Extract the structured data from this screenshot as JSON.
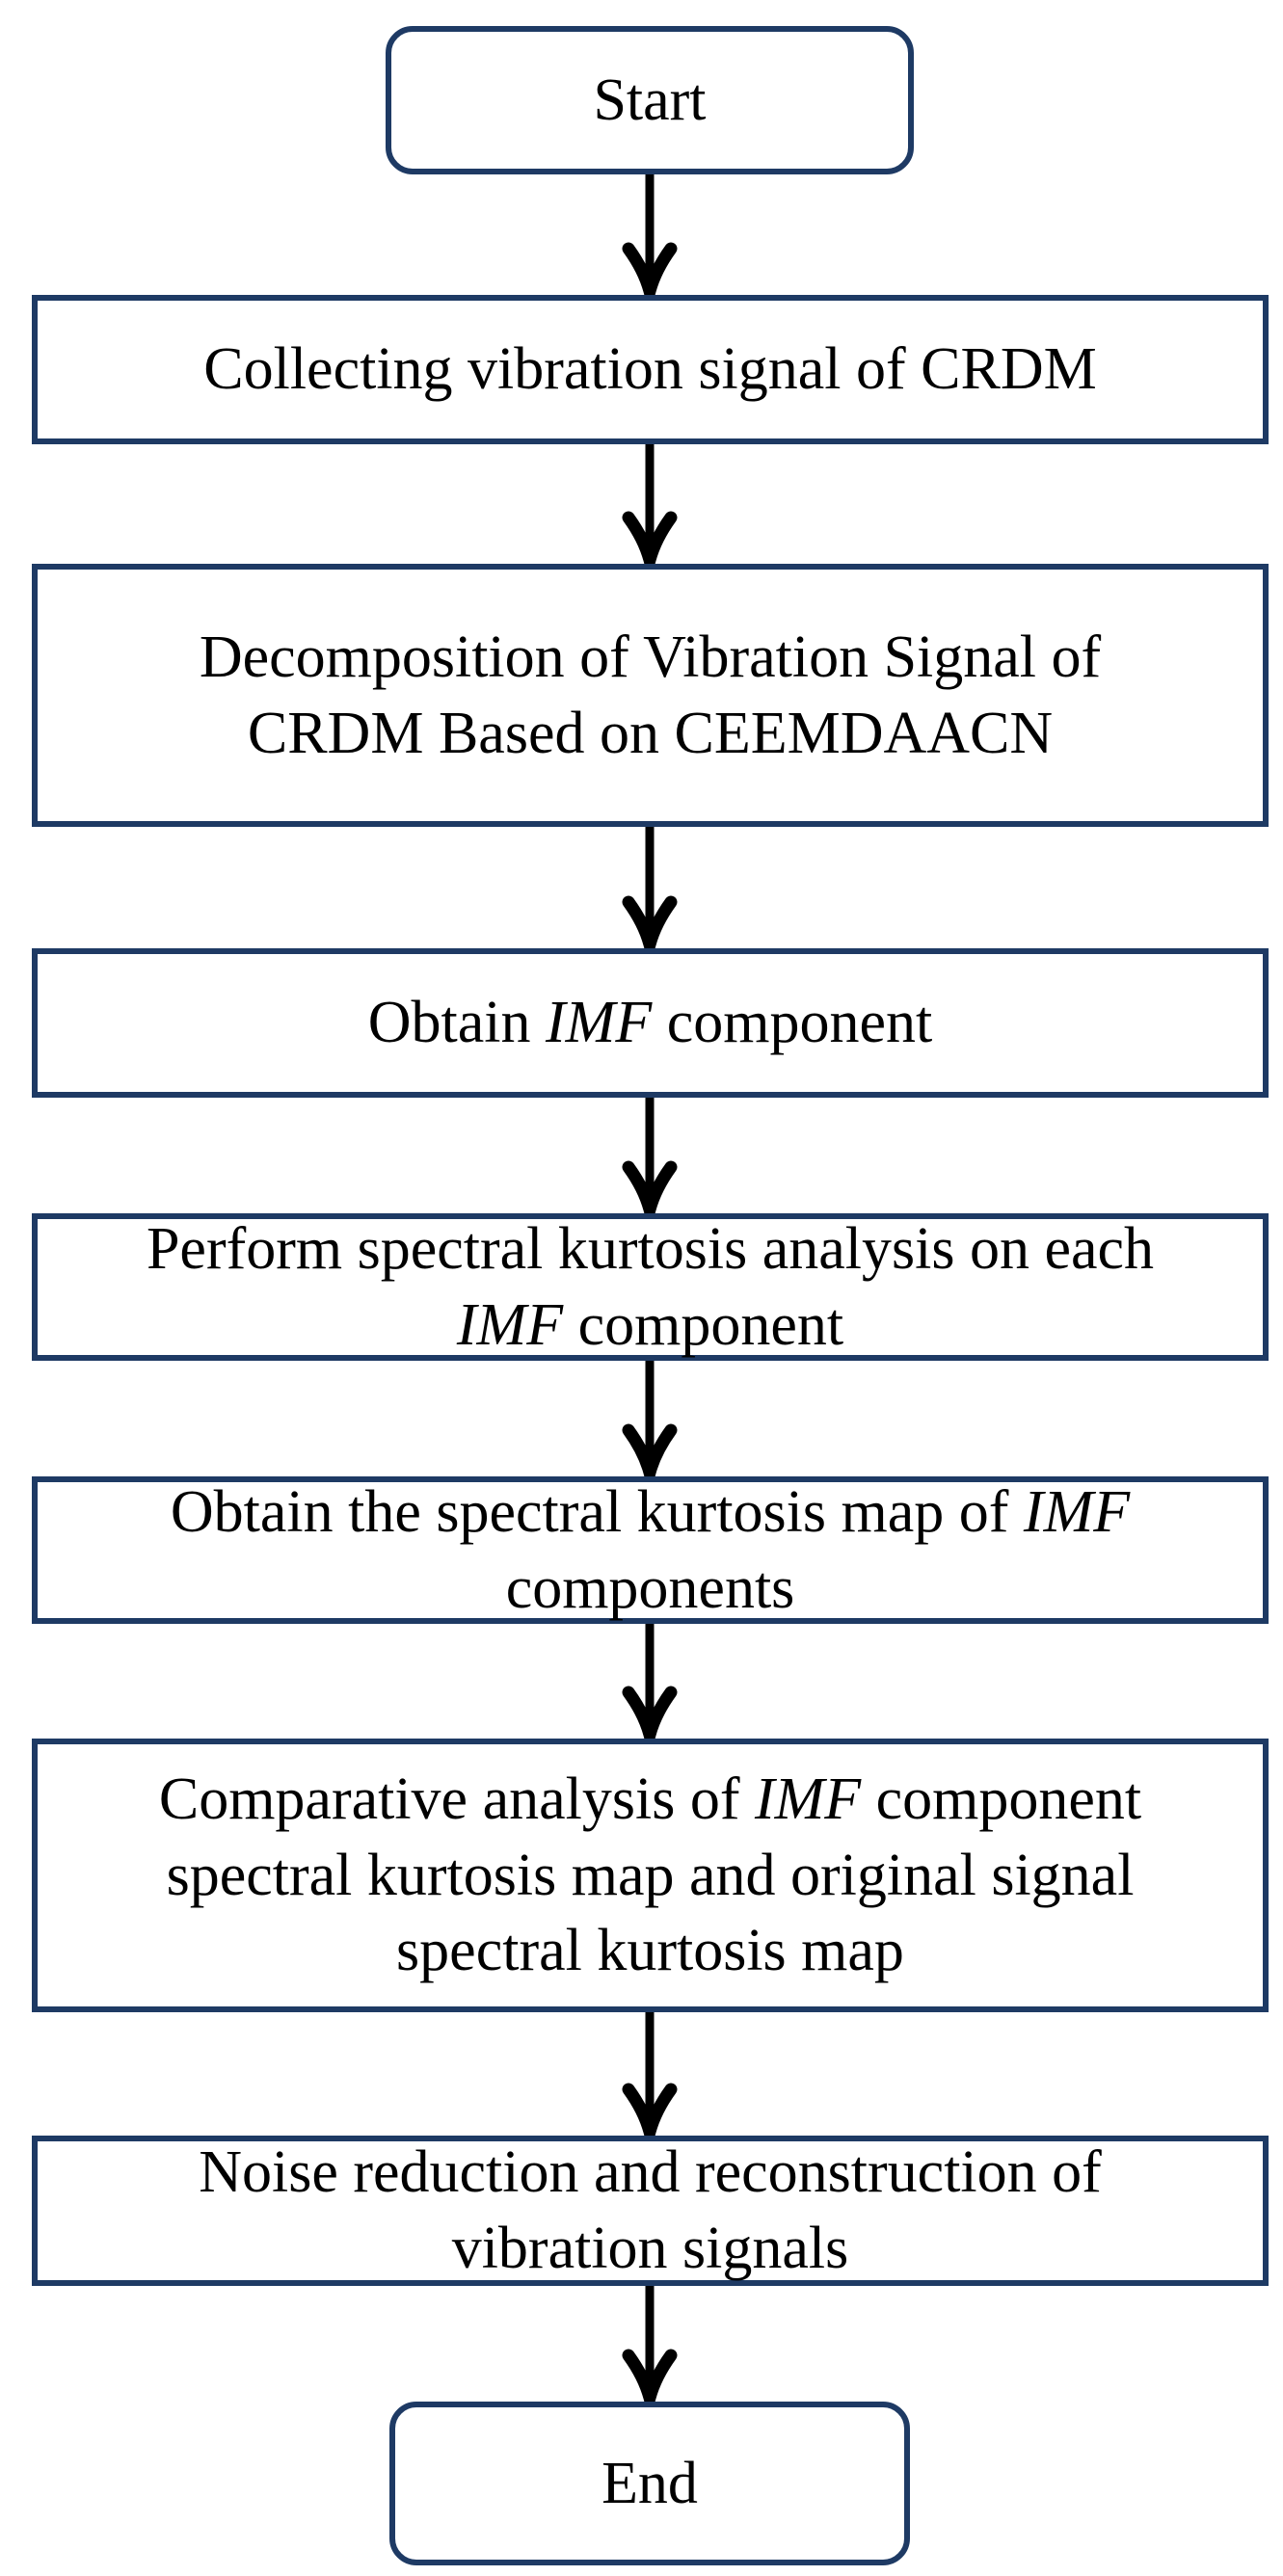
{
  "diagram": {
    "type": "flowchart",
    "colors": {
      "border": "#1e3a64",
      "arrow": "#000000",
      "text": "#000000",
      "background": "#ffffff"
    },
    "nodes": [
      {
        "id": "start",
        "shape": "rounded-terminal",
        "lines": [
          [
            {
              "text": "Start",
              "italic": false
            }
          ]
        ]
      },
      {
        "id": "collect",
        "shape": "rect",
        "lines": [
          [
            {
              "text": "Collecting vibration signal of CRDM",
              "italic": false
            }
          ]
        ]
      },
      {
        "id": "decompose",
        "shape": "rect",
        "lines": [
          [
            {
              "text": "Decomposition of Vibration Signal of",
              "italic": false
            }
          ],
          [
            {
              "text": "CRDM Based on CEEMDAACN",
              "italic": false
            }
          ]
        ]
      },
      {
        "id": "obtain_imf",
        "shape": "rect",
        "lines": [
          [
            {
              "text": "Obtain ",
              "italic": false
            },
            {
              "text": "IMF",
              "italic": true
            },
            {
              "text": " component",
              "italic": false
            }
          ]
        ]
      },
      {
        "id": "sk_analysis",
        "shape": "rect",
        "lines": [
          [
            {
              "text": "Perform spectral kurtosis analysis on each",
              "italic": false
            }
          ],
          [
            {
              "text": "IMF",
              "italic": true
            },
            {
              "text": " component",
              "italic": false
            }
          ]
        ]
      },
      {
        "id": "sk_map",
        "shape": "rect",
        "lines": [
          [
            {
              "text": "Obtain the spectral kurtosis map of ",
              "italic": false
            },
            {
              "text": "IMF",
              "italic": true
            }
          ],
          [
            {
              "text": "components",
              "italic": false
            }
          ]
        ]
      },
      {
        "id": "comparative",
        "shape": "rect",
        "lines": [
          [
            {
              "text": "Comparative analysis of ",
              "italic": false
            },
            {
              "text": "IMF",
              "italic": true
            },
            {
              "text": " component",
              "italic": false
            }
          ],
          [
            {
              "text": "spectral kurtosis map and original signal",
              "italic": false
            }
          ],
          [
            {
              "text": "spectral kurtosis map",
              "italic": false
            }
          ]
        ]
      },
      {
        "id": "noise_reduction",
        "shape": "rect",
        "lines": [
          [
            {
              "text": "Noise reduction and reconstruction of",
              "italic": false
            }
          ],
          [
            {
              "text": "vibration signals",
              "italic": false
            }
          ]
        ]
      },
      {
        "id": "end",
        "shape": "rounded-terminal",
        "lines": [
          [
            {
              "text": "End",
              "italic": false
            }
          ]
        ]
      }
    ],
    "arrows": [
      {
        "from": "start",
        "to": "collect"
      },
      {
        "from": "collect",
        "to": "decompose"
      },
      {
        "from": "decompose",
        "to": "obtain_imf"
      },
      {
        "from": "obtain_imf",
        "to": "sk_analysis"
      },
      {
        "from": "sk_analysis",
        "to": "sk_map"
      },
      {
        "from": "sk_map",
        "to": "comparative"
      },
      {
        "from": "comparative",
        "to": "noise_reduction"
      },
      {
        "from": "noise_reduction",
        "to": "end"
      }
    ]
  }
}
